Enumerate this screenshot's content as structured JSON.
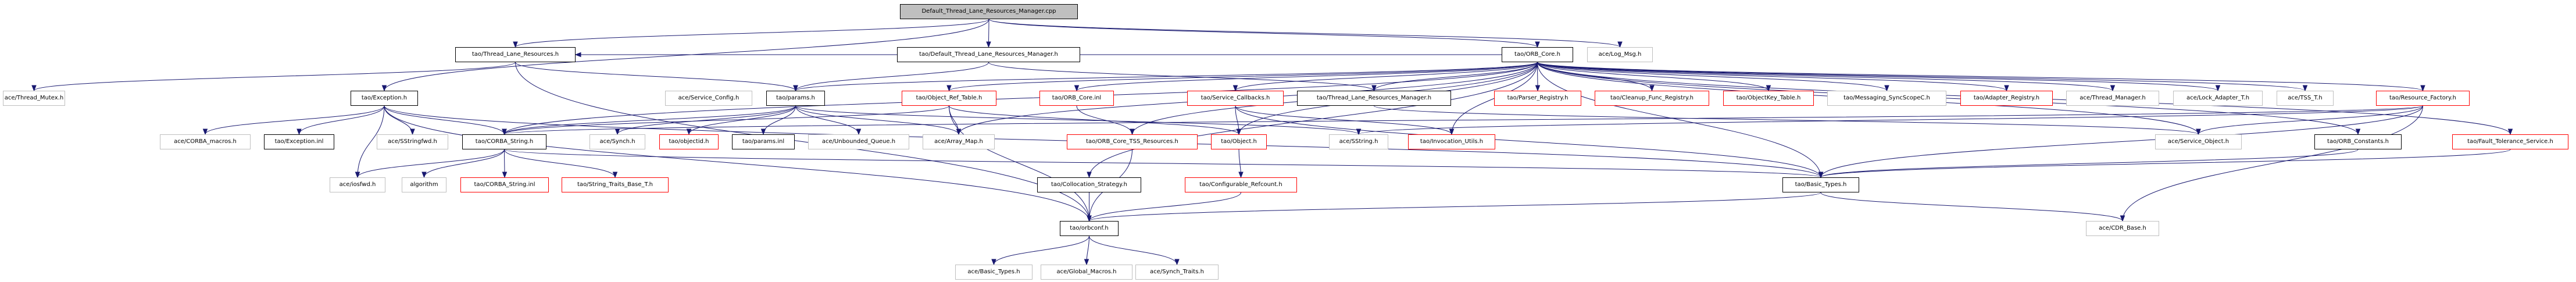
{
  "title": "Default_Thread_Lane_Resources_Manager.cpp include dependency graph",
  "colors": {
    "edge": "#191970",
    "root_fill": "#bfbfbf",
    "documented_border": "#000000",
    "undocumented_border": "#bfbfbf",
    "truncated_border": "#ff0000"
  },
  "nodes": [
    {
      "id": "root",
      "label": "Default_Thread_Lane_Resources_Manager.cpp",
      "kind": "root"
    },
    {
      "id": "tlr_h",
      "label": "tao/Thread_Lane_Resources.h",
      "kind": "documented"
    },
    {
      "id": "dtlrm_h",
      "label": "tao/Default_Thread_Lane_Resources_Manager.h",
      "kind": "documented"
    },
    {
      "id": "orb_core_h",
      "label": "tao/ORB_Core.h",
      "kind": "documented"
    },
    {
      "id": "log_msg",
      "label": "ace/Log_Msg.h",
      "kind": "external"
    },
    {
      "id": "thread_mutex",
      "label": "ace/Thread_Mutex.h",
      "kind": "external"
    },
    {
      "id": "exception_h",
      "label": "tao/Exception.h",
      "kind": "documented"
    },
    {
      "id": "service_config",
      "label": "ace/Service_Config.h",
      "kind": "external"
    },
    {
      "id": "params_h",
      "label": "tao/params.h",
      "kind": "documented"
    },
    {
      "id": "object_ref_table",
      "label": "tao/Object_Ref_Table.h",
      "kind": "truncated"
    },
    {
      "id": "orb_core_inl",
      "label": "tao/ORB_Core.inl",
      "kind": "truncated"
    },
    {
      "id": "service_callbacks",
      "label": "tao/Service_Callbacks.h",
      "kind": "truncated"
    },
    {
      "id": "tlrm_h",
      "label": "tao/Thread_Lane_Resources_Manager.h",
      "kind": "documented"
    },
    {
      "id": "parser_registry",
      "label": "tao/Parser_Registry.h",
      "kind": "truncated"
    },
    {
      "id": "cleanup_func_registry",
      "label": "tao/Cleanup_Func_Registry.h",
      "kind": "truncated"
    },
    {
      "id": "objectkey_table",
      "label": "tao/ObjectKey_Table.h",
      "kind": "truncated"
    },
    {
      "id": "messaging_syncscopec",
      "label": "tao/Messaging_SyncScopeC.h",
      "kind": "external"
    },
    {
      "id": "adapter_registry",
      "label": "tao/Adapter_Registry.h",
      "kind": "truncated"
    },
    {
      "id": "thread_manager",
      "label": "ace/Thread_Manager.h",
      "kind": "external"
    },
    {
      "id": "lock_adapter_t",
      "label": "ace/Lock_Adapter_T.h",
      "kind": "external"
    },
    {
      "id": "tss_t",
      "label": "ace/TSS_T.h",
      "kind": "external"
    },
    {
      "id": "resource_factory",
      "label": "tao/Resource_Factory.h",
      "kind": "truncated"
    },
    {
      "id": "corba_macros",
      "label": "ace/CORBA_macros.h",
      "kind": "external"
    },
    {
      "id": "exception_inl",
      "label": "tao/Exception.inl",
      "kind": "documented"
    },
    {
      "id": "sstringfwd",
      "label": "ace/SStringfwd.h",
      "kind": "external"
    },
    {
      "id": "corba_string_h",
      "label": "tao/CORBA_String.h",
      "kind": "documented"
    },
    {
      "id": "synch_h",
      "label": "ace/Synch.h",
      "kind": "external"
    },
    {
      "id": "objectid_h",
      "label": "tao/objectid.h",
      "kind": "truncated"
    },
    {
      "id": "params_inl",
      "label": "tao/params.inl",
      "kind": "documented"
    },
    {
      "id": "unbounded_queue",
      "label": "ace/Unbounded_Queue.h",
      "kind": "external"
    },
    {
      "id": "array_map",
      "label": "ace/Array_Map.h",
      "kind": "external"
    },
    {
      "id": "orb_core_tss",
      "label": "tao/ORB_Core_TSS_Resources.h",
      "kind": "truncated"
    },
    {
      "id": "object_h",
      "label": "tao/Object.h",
      "kind": "truncated"
    },
    {
      "id": "sstring_h",
      "label": "ace/SString.h",
      "kind": "external"
    },
    {
      "id": "invocation_utils",
      "label": "tao/Invocation_Utils.h",
      "kind": "truncated"
    },
    {
      "id": "service_object",
      "label": "ace/Service_Object.h",
      "kind": "external"
    },
    {
      "id": "orb_constants",
      "label": "tao/ORB_Constants.h",
      "kind": "documented"
    },
    {
      "id": "fault_tolerance",
      "label": "tao/Fault_Tolerance_Service.h",
      "kind": "truncated"
    },
    {
      "id": "iosfwd",
      "label": "ace/iosfwd.h",
      "kind": "external"
    },
    {
      "id": "algorithm",
      "label": "algorithm",
      "kind": "external"
    },
    {
      "id": "corba_string_inl",
      "label": "tao/CORBA_String.inl",
      "kind": "truncated"
    },
    {
      "id": "string_traits_base",
      "label": "tao/String_Traits_Base_T.h",
      "kind": "truncated"
    },
    {
      "id": "collocation_strategy",
      "label": "tao/Collocation_Strategy.h",
      "kind": "documented"
    },
    {
      "id": "configurable_refcount",
      "label": "tao/Configurable_Refcount.h",
      "kind": "truncated"
    },
    {
      "id": "tao_basic_types",
      "label": "tao/Basic_Types.h",
      "kind": "documented"
    },
    {
      "id": "orbconf",
      "label": "tao/orbconf.h",
      "kind": "documented"
    },
    {
      "id": "cdr_base",
      "label": "ace/CDR_Base.h",
      "kind": "external"
    },
    {
      "id": "ace_basic_types",
      "label": "ace/Basic_Types.h",
      "kind": "external"
    },
    {
      "id": "global_macros",
      "label": "ace/Global_Macros.h",
      "kind": "external"
    },
    {
      "id": "synch_traits",
      "label": "ace/Synch_Traits.h",
      "kind": "external"
    }
  ],
  "edges": [
    [
      "root",
      "dtlrm_h"
    ],
    [
      "root",
      "tlr_h"
    ],
    [
      "root",
      "exception_h"
    ],
    [
      "root",
      "orb_core_h"
    ],
    [
      "root",
      "log_msg"
    ],
    [
      "tlr_h",
      "thread_mutex"
    ],
    [
      "tlr_h",
      "params_h"
    ],
    [
      "tlr_h",
      "orbconf"
    ],
    [
      "dtlrm_h",
      "tlrm_h"
    ],
    [
      "dtlrm_h",
      "params_h"
    ],
    [
      "orb_core_h",
      "tlr_h"
    ],
    [
      "orb_core_h",
      "params_h"
    ],
    [
      "orb_core_h",
      "object_ref_table"
    ],
    [
      "orb_core_h",
      "orb_core_inl"
    ],
    [
      "orb_core_h",
      "service_callbacks"
    ],
    [
      "orb_core_h",
      "tlrm_h"
    ],
    [
      "orb_core_h",
      "parser_registry"
    ],
    [
      "orb_core_h",
      "cleanup_func_registry"
    ],
    [
      "orb_core_h",
      "objectkey_table"
    ],
    [
      "orb_core_h",
      "messaging_syncscopec"
    ],
    [
      "orb_core_h",
      "adapter_registry"
    ],
    [
      "orb_core_h",
      "thread_manager"
    ],
    [
      "orb_core_h",
      "lock_adapter_t"
    ],
    [
      "orb_core_h",
      "tss_t"
    ],
    [
      "orb_core_h",
      "resource_factory"
    ],
    [
      "orb_core_h",
      "fault_tolerance"
    ],
    [
      "orb_core_h",
      "orb_constants"
    ],
    [
      "orb_core_h",
      "invocation_utils"
    ],
    [
      "orb_core_h",
      "array_map"
    ],
    [
      "orb_core_h",
      "orb_core_tss"
    ],
    [
      "orb_core_h",
      "object_h"
    ],
    [
      "orb_core_h",
      "collocation_strategy"
    ],
    [
      "orb_core_h",
      "service_object"
    ],
    [
      "orb_core_h",
      "corba_string_h"
    ],
    [
      "orb_core_h",
      "tao_basic_types"
    ],
    [
      "exception_h",
      "corba_macros"
    ],
    [
      "exception_h",
      "exception_inl"
    ],
    [
      "exception_h",
      "sstringfwd"
    ],
    [
      "exception_h",
      "corba_string_h"
    ],
    [
      "exception_h",
      "iosfwd"
    ],
    [
      "exception_h",
      "orbconf"
    ],
    [
      "exception_h",
      "tao_basic_types"
    ],
    [
      "params_h",
      "corba_string_h"
    ],
    [
      "params_h",
      "synch_h"
    ],
    [
      "params_h",
      "objectid_h"
    ],
    [
      "params_h",
      "params_inl"
    ],
    [
      "params_h",
      "unbounded_queue"
    ],
    [
      "params_h",
      "array_map"
    ],
    [
      "params_h",
      "sstring_h"
    ],
    [
      "object_ref_table",
      "array_map"
    ],
    [
      "object_ref_table",
      "corba_string_h"
    ],
    [
      "object_ref_table",
      "orbconf"
    ],
    [
      "object_ref_table",
      "object_h"
    ],
    [
      "orb_core_inl",
      "orb_core_tss"
    ],
    [
      "service_callbacks",
      "object_h"
    ],
    [
      "service_callbacks",
      "invocation_utils"
    ],
    [
      "service_callbacks",
      "tao_basic_types"
    ],
    [
      "tlrm_h",
      "service_object"
    ],
    [
      "resource_factory",
      "sstring_h"
    ],
    [
      "resource_factory",
      "service_object"
    ],
    [
      "resource_factory",
      "cdr_base"
    ],
    [
      "resource_factory",
      "tao_basic_types"
    ],
    [
      "resource_factory",
      "corba_string_h"
    ],
    [
      "orb_constants",
      "tao_basic_types"
    ],
    [
      "fault_tolerance",
      "tao_basic_types"
    ],
    [
      "corba_string_h",
      "iosfwd"
    ],
    [
      "corba_string_h",
      "algorithm"
    ],
    [
      "corba_string_h",
      "corba_string_inl"
    ],
    [
      "corba_string_h",
      "string_traits_base"
    ],
    [
      "corba_string_h",
      "tao_basic_types"
    ],
    [
      "orb_core_tss",
      "orbconf"
    ],
    [
      "object_h",
      "configurable_refcount"
    ],
    [
      "collocation_strategy",
      "orbconf"
    ],
    [
      "configurable_refcount",
      "orbconf"
    ],
    [
      "tao_basic_types",
      "orbconf"
    ],
    [
      "tao_basic_types",
      "cdr_base"
    ],
    [
      "orbconf",
      "ace_basic_types"
    ],
    [
      "orbconf",
      "global_macros"
    ],
    [
      "orbconf",
      "synch_traits"
    ]
  ]
}
